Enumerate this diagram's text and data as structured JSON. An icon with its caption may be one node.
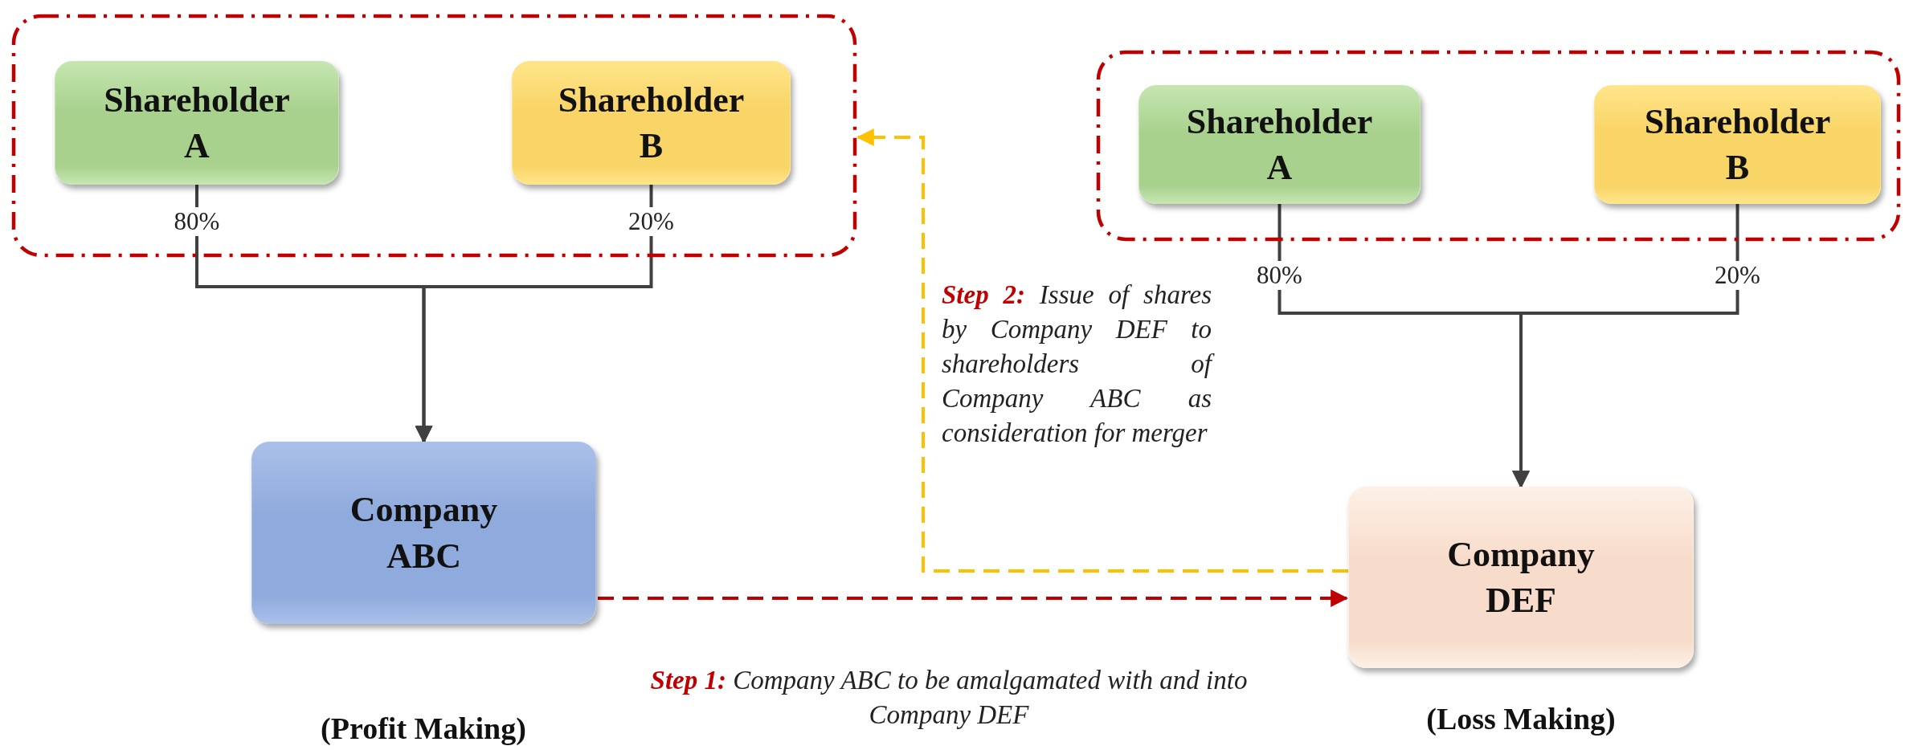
{
  "diagram": {
    "nodes": [
      {
        "text": [],
        "shape": "box"
      },
      {
        "text": [
          "Shareholder A"
        ],
        "in": 0
      },
      {
        "text": [
          "Shareholder B"
        ],
        "in": 0
      },
      {
        "text": [],
        "shape": "box"
      },
      {
        "text": [
          "Shareholder A"
        ],
        "in": 3
      },
      {
        "text": [
          "Shareholder B"
        ],
        "in": 3
      },
      {
        "text": [
          "Company ABC"
        ],
        "beside": [
          "(Profit Making)"
        ]
      },
      {
        "text": [
          "Company DEF"
        ],
        "beside": [
          "(Loss Making)"
        ]
      }
    ],
    "edges": [
      {
        "from": 1,
        "to": 6,
        "arrow": "to",
        "label": "80%"
      },
      {
        "from": 2,
        "to": 6,
        "arrow": "to",
        "label": "20%"
      },
      {
        "from": 4,
        "to": 7,
        "arrow": "to",
        "label": "80%"
      },
      {
        "from": 5,
        "to": 7,
        "arrow": "to",
        "label": "20%"
      },
      {
        "from": 6,
        "to": 7,
        "arrow": "to",
        "style": "dashed",
        "color": "#c00000",
        "label": "**Step 1:** Company ABC to be amalgamated with and into Company DEF"
      },
      {
        "from": 7,
        "to": 0,
        "arrow": "to",
        "style": "dashed",
        "color": "#ffc000",
        "label": "**Step 2:** Issue of shares by Company DEF to shareholders of Company ABC as consideration for merger"
      }
    ]
  }
}
